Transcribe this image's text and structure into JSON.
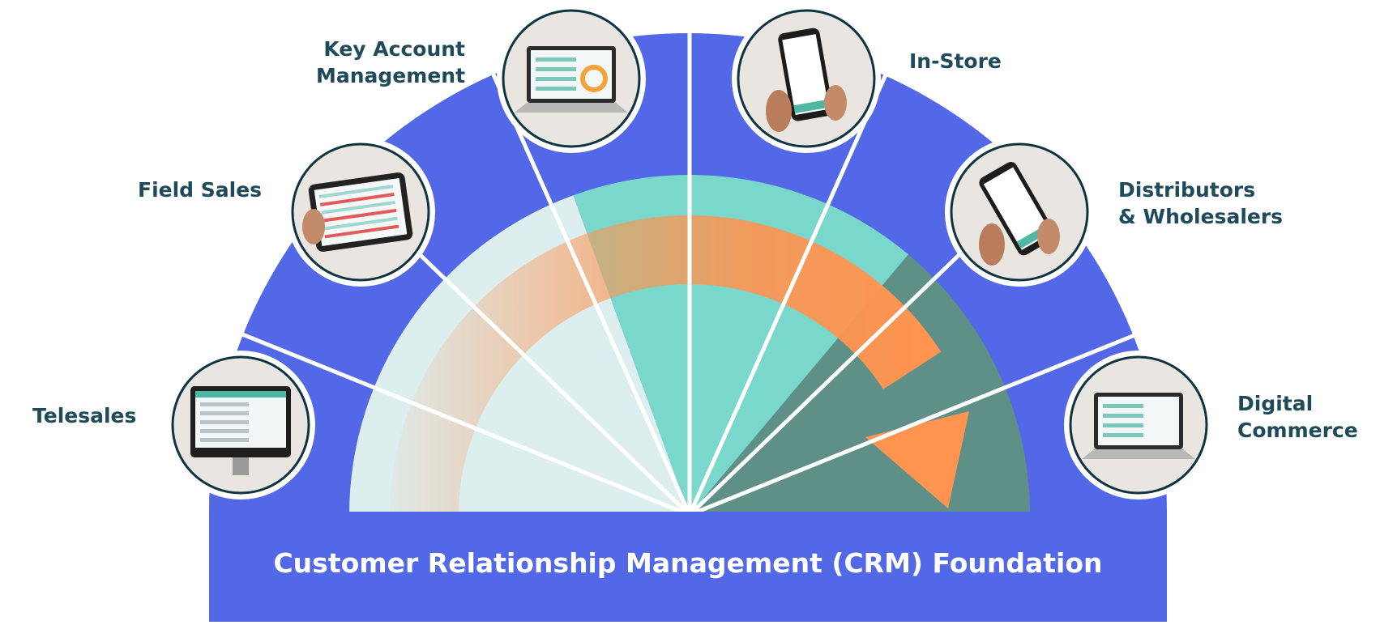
{
  "diagram": {
    "foundation_label": "Customer Relationship Management (CRM) Foundation",
    "channels": [
      {
        "id": "telesales",
        "lines": [
          "Telesales"
        ],
        "icon": "desktop-monitor-photo-icon"
      },
      {
        "id": "field-sales",
        "lines": [
          "Field Sales"
        ],
        "icon": "tablet-photo-icon"
      },
      {
        "id": "key-account-management",
        "lines": [
          "Key Account",
          "Management"
        ],
        "icon": "laptop-photo-icon"
      },
      {
        "id": "in-store",
        "lines": [
          "In-Store"
        ],
        "icon": "smartphone-photo-icon"
      },
      {
        "id": "distributors-wholesalers",
        "lines": [
          "Distributors",
          "& Wholesalers"
        ],
        "icon": "smartphone-photo-icon"
      },
      {
        "id": "digital-commerce",
        "lines": [
          "Digital",
          "Commerce"
        ],
        "icon": "laptop-photo-icon"
      }
    ],
    "colors": {
      "fan_blue": "#5268e6",
      "foundation_blue": "#5268e6",
      "dark_shadow": "#1c2a8c",
      "pale_teal": "#ddeeef",
      "mint": "#79d8cb",
      "dark_teal": "#5f9088",
      "arrow_orange": "#ff9450",
      "label_text": "#1f4a5a",
      "circle_ring": "#0f3440"
    }
  }
}
